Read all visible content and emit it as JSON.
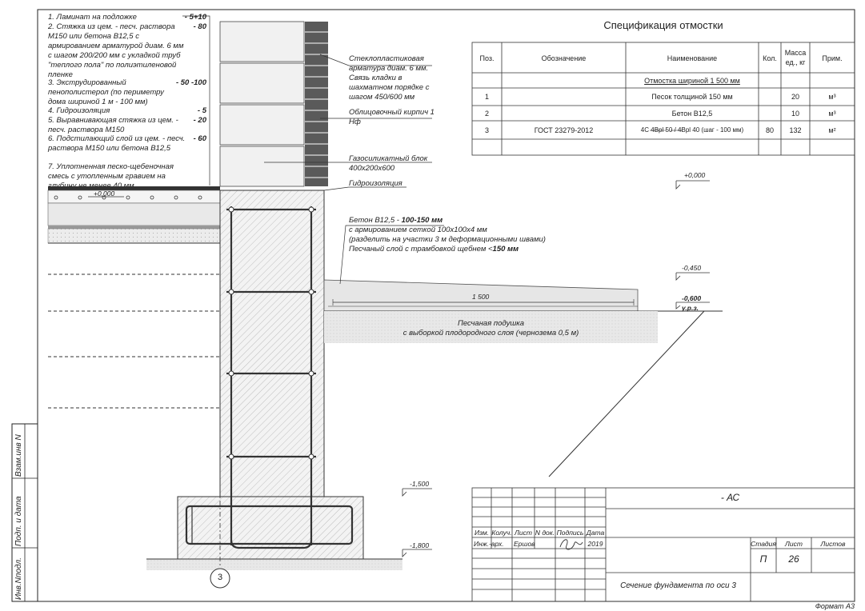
{
  "notes": [
    {
      "text": "1. Ламинат на подложке",
      "value": "- 5+10"
    },
    {
      "text": "2. Стяжка из цем. - песч. раствора М150 или бетона В12,5 с армированием арматурой диам. 6 мм с шагом 200/200 мм с укладкой труб \"теплого пола\" по полиэтиленовой пленке",
      "value": "- 80"
    },
    {
      "text": "3. Экструдированный пенополистерол (по периметру дома шириной 1 м - 100 мм)",
      "value": "- 50 -100"
    },
    {
      "text": "4. Гидроизоляция",
      "value": "- 5"
    },
    {
      "text": "5. Выравнивающая стяжка из цем. - песч. раствора М150",
      "value": "- 20"
    },
    {
      "text": "6. Подстилающий слой из цем. - песч. раствора М150 или бетона В12,5",
      "value": "- 60"
    },
    {
      "text": "7. Уплотненная песко-щебеночная смесь с утопленным гравием на глубину не менее 40 мм",
      "value": ""
    }
  ],
  "callouts": {
    "fiberglass": "Стеклопластиковая арматура диам. 6 мм. Связь кладки в шахматном порядке с шагом 450/600 мм",
    "brick": "Облицовочный кирпич 1 Нф",
    "block": "Газосиликатный блок 400х200х600",
    "waterproof": "Гидроизоляция",
    "concrete_line1_a": "Бетон В12,5 - ",
    "concrete_line1_b": "100-150 мм",
    "concrete_line2": "с армированием сеткой 100х100х4 мм",
    "concrete_line3": "(разделить на участки 3 м деформационными швами)",
    "concrete_line4_a": "Песчаный слой с трамбовкой щебнем <",
    "concrete_line4_b": "150 мм",
    "sand_line1": "Песчаная подушка",
    "sand_line2": "с выборкой плодородного слоя (чернозема 0,5 м)"
  },
  "levels": {
    "floor": "+0,000",
    "plus0": "+0,000",
    "m0450": "-0,450",
    "m0600": "-0,600",
    "ground_mark": "у.р.з.",
    "m1500": "-1,500",
    "m1800": "-1,800"
  },
  "dimension": "1 500",
  "axis_label": "3",
  "spec": {
    "title": "Спецификация отмостки",
    "headers": [
      "Поз.",
      "Обозначение",
      "Наименование",
      "Кол.",
      "Масса ед., кг",
      "Прим."
    ],
    "rows": [
      {
        "pos": "",
        "code": "",
        "name": "Отмостка шириной 1 500 мм",
        "qty": "",
        "mass": "",
        "note": ""
      },
      {
        "pos": "1",
        "code": "",
        "name": "Песок толщиной 150 мм",
        "qty": "",
        "mass": "20",
        "note": "м³"
      },
      {
        "pos": "2",
        "code": "",
        "name": "Бетон В12,5",
        "qty": "",
        "mass": "10",
        "note": "м³"
      },
      {
        "pos": "3",
        "code": "ГОСТ 23279-2012",
        "name": "4С 4Bpl 50 / 4Bpl 40      (шаг - 100 мм)",
        "qty": "80",
        "mass": "132",
        "note": "м²"
      },
      {
        "pos": "",
        "code": "",
        "name": "",
        "qty": "",
        "mass": "",
        "note": ""
      }
    ]
  },
  "stamp": {
    "code": "- АС",
    "col_headers": [
      "Изм.",
      "Колуч.",
      "Лист",
      "N док.",
      "Подпись",
      "Дата"
    ],
    "role": "Инж.-арх.",
    "name": "Ершов",
    "year": "2019",
    "stage_label": "Стадия",
    "sheet_label": "Лист",
    "sheets_label": "Листов",
    "stage": "П",
    "sheet": "26",
    "sheets": "",
    "title": "Сечение фундамента по оси 3",
    "format": "Формат А3"
  },
  "side_labels": [
    "Взам.инв N",
    "Подп. и дата",
    "Инв.Nподл."
  ]
}
